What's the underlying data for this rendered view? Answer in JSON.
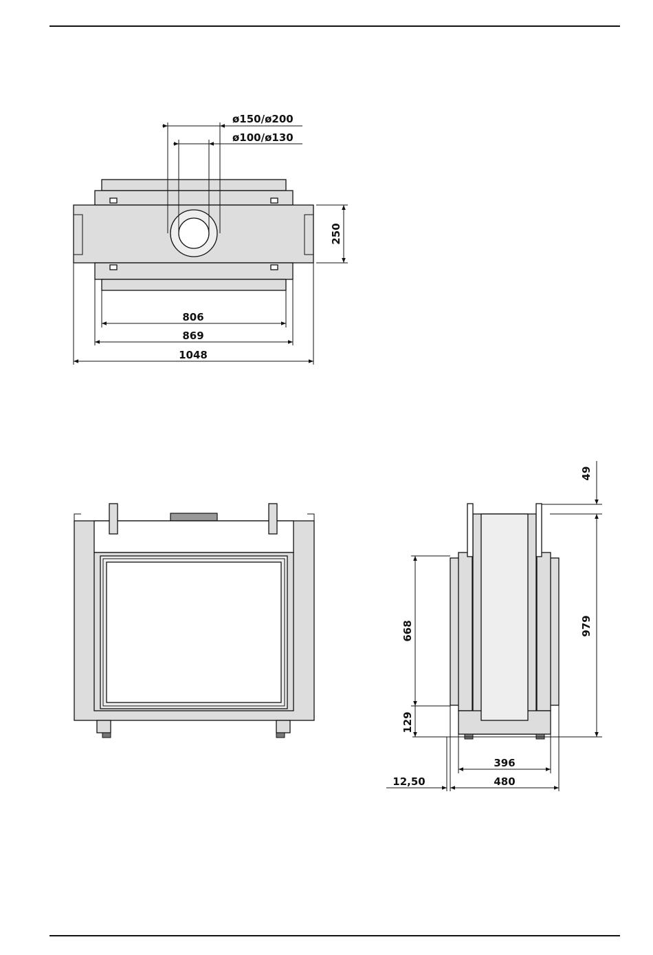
{
  "top_view": {
    "dims": {
      "flue_outer": "ø150/ø200",
      "flue_inner": "ø100/ø130",
      "depth": "250",
      "w_inner": "806",
      "w_middle": "869",
      "w_total": "1048"
    }
  },
  "side_view": {
    "dims": {
      "top_offset": "49",
      "height_total": "979",
      "glass_height": "668",
      "base_height": "129",
      "depth_inner": "396",
      "depth_total": "480",
      "frame_offset": "12,50"
    }
  }
}
